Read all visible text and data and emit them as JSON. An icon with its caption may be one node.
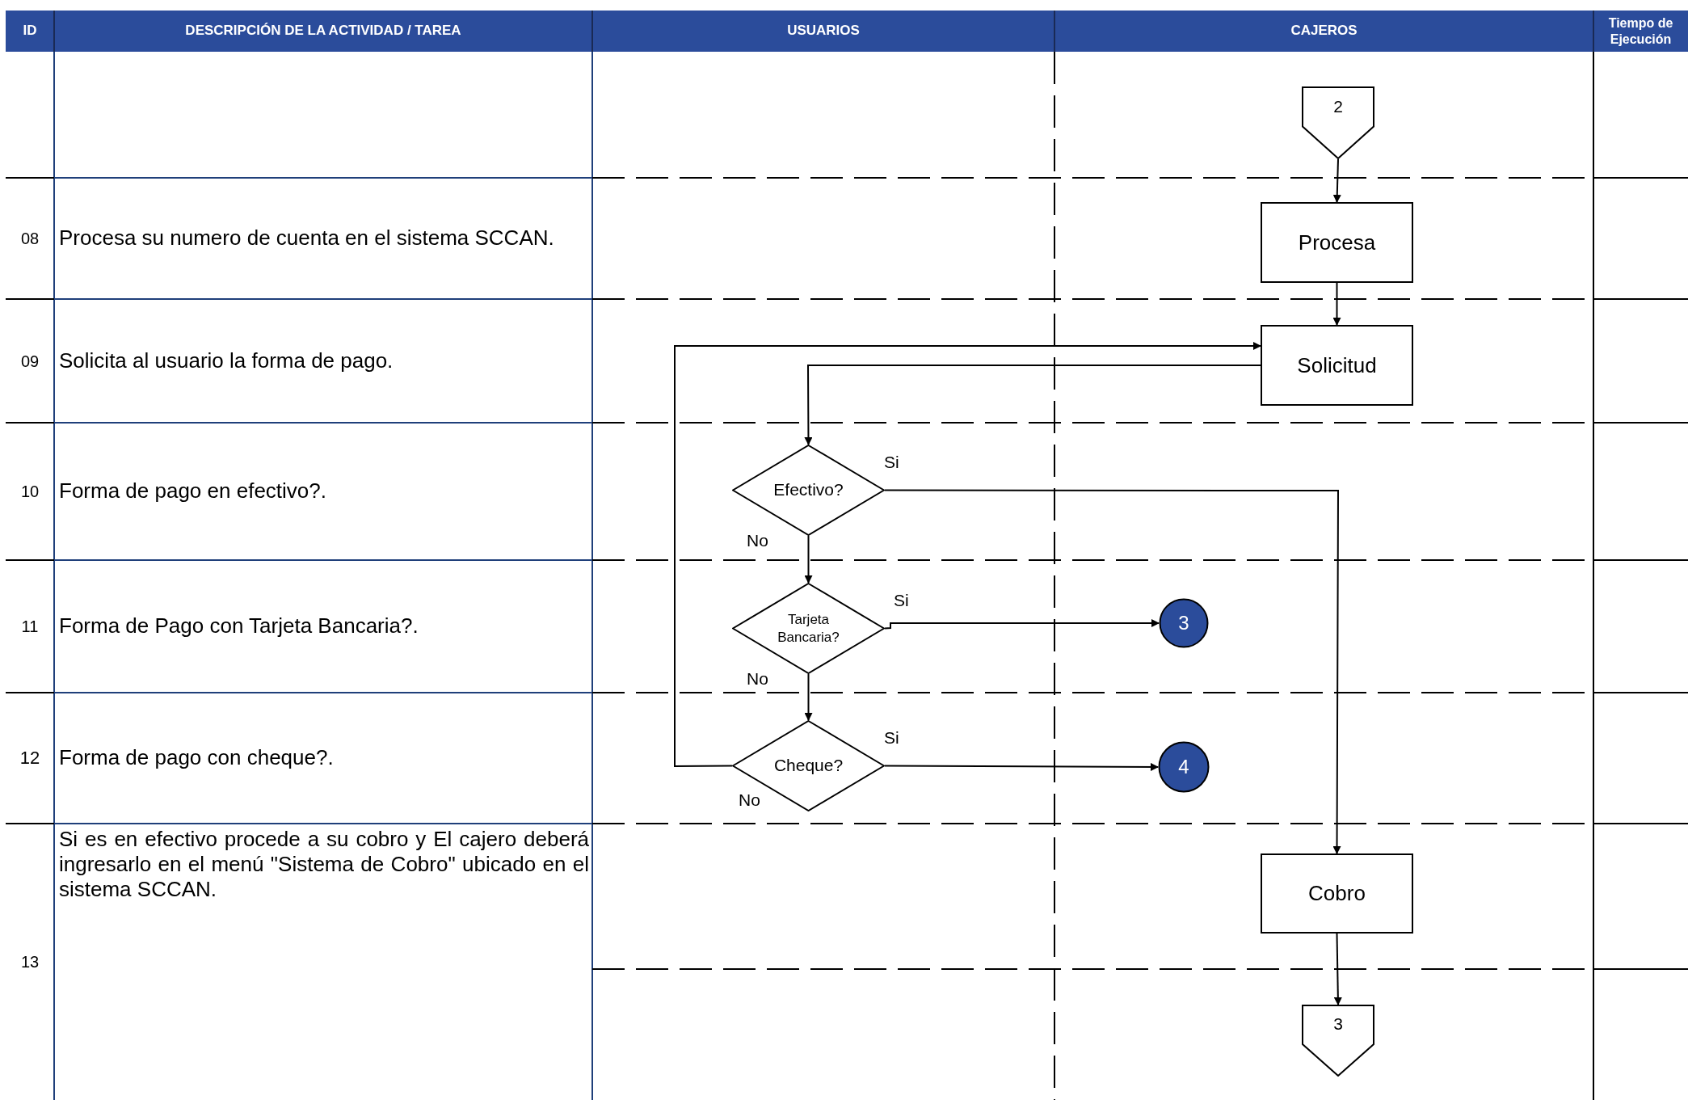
{
  "diagram": {
    "nodes": [
      {
        "text": [
          "2"
        ]
      },
      {
        "text": [
          "Procesa"
        ]
      },
      {
        "text": [
          "Solicitud"
        ]
      },
      {
        "text": [
          "Efectivo?"
        ]
      },
      {
        "text": [
          "Tarjeta Bancaria?"
        ]
      },
      {
        "text": [
          "Cheque?"
        ]
      },
      {
        "text": [
          "3"
        ]
      },
      {
        "text": [
          "4"
        ]
      },
      {
        "text": [
          "Cobro"
        ]
      },
      {
        "text": [
          "3"
        ]
      }
    ],
    "edges": [
      {
        "from": 0,
        "to": 1,
        "arrow": "to"
      },
      {
        "from": 1,
        "to": 2,
        "arrow": "to"
      },
      {
        "from": 2,
        "to": 3,
        "arrow": "to"
      },
      {
        "from": 3,
        "to": 8,
        "label": "Si",
        "arrow": "to"
      },
      {
        "from": 3,
        "to": 4,
        "label": "No",
        "arrow": "to"
      },
      {
        "from": 4,
        "to": 6,
        "label": "Si",
        "arrow": "to"
      },
      {
        "from": 4,
        "to": 5,
        "label": "No",
        "arrow": "to"
      },
      {
        "from": 5,
        "to": 7,
        "label": "Si",
        "arrow": "to"
      },
      {
        "from": 5,
        "to": 2,
        "label": "No",
        "arrow": "to"
      },
      {
        "from": 8,
        "to": 9,
        "arrow": "to"
      }
    ],
    "labels": [
      "ID",
      "DESCRIPCIÓN DE LA ACTIVIDAD / TAREA",
      "USUARIOS",
      "CAJEROS",
      "Tiempo de Ejecución",
      "08",
      "Procesa su numero de cuenta en el sistema SCCAN.",
      "09",
      "Solicita al usuario la forma de pago.",
      "10",
      "Forma de pago en efectivo?.",
      "11",
      "Forma de Pago con Tarjeta Bancaria?.",
      "12",
      "Forma de pago con cheque?.",
      "13",
      "Si es en efectivo procede a su cobro y El cajero deberá ingresarlo en el menú \"Sistema de Cobro\" ubicado en el sistema SCCAN."
    ]
  }
}
